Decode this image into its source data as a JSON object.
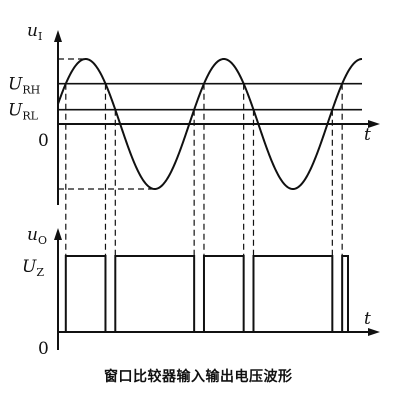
{
  "caption": "窗口比较器输入输出电压波形",
  "input_plot": {
    "y_symbol": "u",
    "y_subscript": "I",
    "x_symbol": "t",
    "origin": "0",
    "ref_high": {
      "symbol": "U",
      "subscript": "RH",
      "value": 0.62
    },
    "ref_low": {
      "symbol": "U",
      "subscript": "RL",
      "value": 0.22
    },
    "wave": {
      "type": "sine",
      "amplitude": 1.0,
      "offset": 0.0,
      "cycles_shown": 2.2
    }
  },
  "output_plot": {
    "y_symbol": "u",
    "y_subscript": "O",
    "x_symbol": "t",
    "origin": "0",
    "level_high": {
      "symbol": "U",
      "subscript": "Z",
      "value": 1.0
    },
    "level_low": 0.0
  }
}
